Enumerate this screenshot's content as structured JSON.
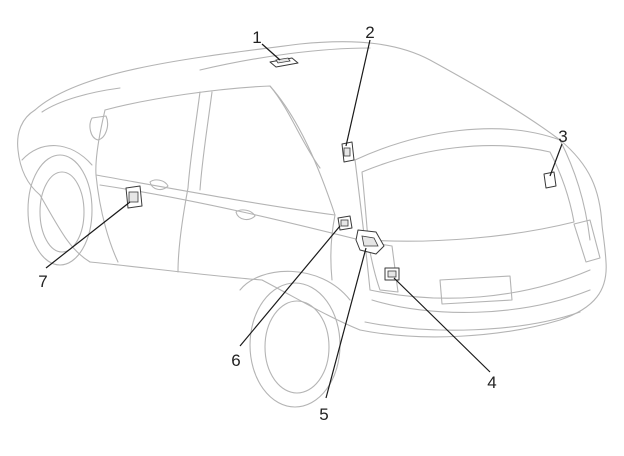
{
  "diagram": {
    "callouts": [
      {
        "id": "1",
        "label": "1"
      },
      {
        "id": "2",
        "label": "2"
      },
      {
        "id": "3",
        "label": "3"
      },
      {
        "id": "4",
        "label": "4"
      },
      {
        "id": "5",
        "label": "5"
      },
      {
        "id": "6",
        "label": "6"
      },
      {
        "id": "7",
        "label": "7"
      }
    ],
    "colors": {
      "outline": "#b4b4b4",
      "leader": "#1a1a1a",
      "text": "#222222",
      "background": "#ffffff"
    }
  }
}
